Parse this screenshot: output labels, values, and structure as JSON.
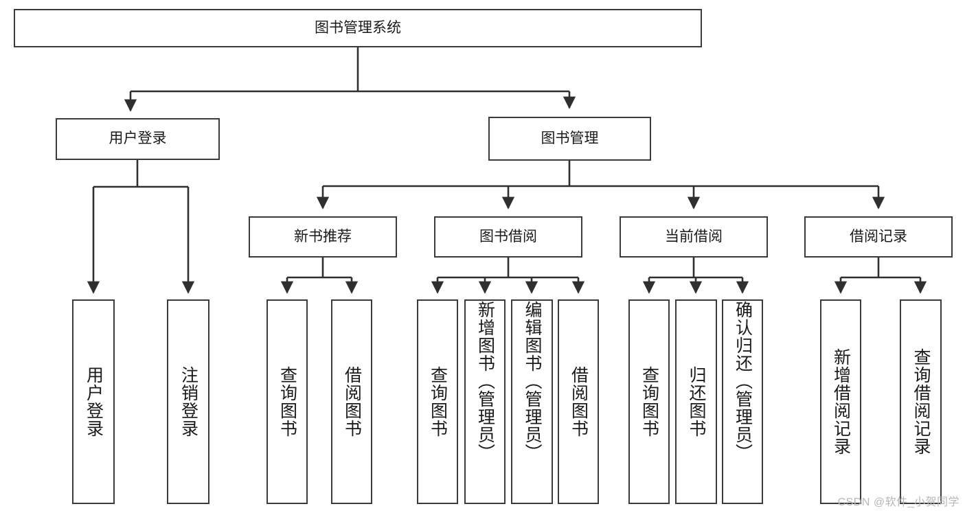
{
  "diagram": {
    "title": "图书管理系统",
    "type": "tree-hierarchy-chart",
    "watermark": "CSDN @软件_小贺同学",
    "colors": {
      "box_border": "#3a3a3a",
      "box_fill": "#ffffff",
      "line": "#2f2f2f",
      "text": "#1a1a1a",
      "watermark": "#b7b7b7"
    }
  },
  "nodes": {
    "root": {
      "label": "图书管理系统"
    },
    "level2": [
      {
        "id": "user-login",
        "label": "用户登录"
      },
      {
        "id": "book-management",
        "label": "图书管理"
      }
    ],
    "level3": [
      {
        "id": "new-book-recommend",
        "label": "新书推荐"
      },
      {
        "id": "book-borrow",
        "label": "图书借阅"
      },
      {
        "id": "current-borrow",
        "label": "当前借阅"
      },
      {
        "id": "borrow-record",
        "label": "借阅记录"
      }
    ],
    "leaves": {
      "user-login": [
        {
          "id": "leaf-user-login",
          "label": "用户登录"
        },
        {
          "id": "leaf-logout-login",
          "label": "注销登录"
        }
      ],
      "new-book-recommend": [
        {
          "id": "leaf-query-book-1",
          "label": "查询图书"
        },
        {
          "id": "leaf-borrow-book-1",
          "label": "借阅图书"
        }
      ],
      "book-borrow": [
        {
          "id": "leaf-query-book-2",
          "label": "查询图书"
        },
        {
          "id": "leaf-add-book",
          "label": "新增图书（管理员）"
        },
        {
          "id": "leaf-edit-book",
          "label": "编辑图书（管理员）"
        },
        {
          "id": "leaf-borrow-book-2",
          "label": "借阅图书"
        }
      ],
      "current-borrow": [
        {
          "id": "leaf-query-book-3",
          "label": "查询图书"
        },
        {
          "id": "leaf-return-book",
          "label": "归还图书"
        },
        {
          "id": "leaf-confirm-return",
          "label": "确认归还（管理员）"
        }
      ],
      "borrow-record": [
        {
          "id": "leaf-add-record",
          "label": "新增借阅记录"
        },
        {
          "id": "leaf-query-record",
          "label": "查询借阅记录"
        }
      ]
    }
  }
}
